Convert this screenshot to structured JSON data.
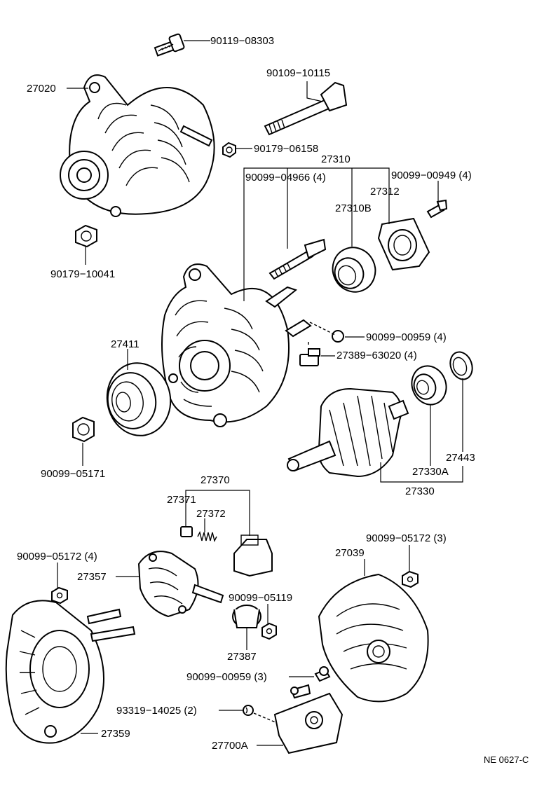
{
  "diagram": {
    "code": "NE 0627-C",
    "parts": [
      {
        "id": "p-90119-08303",
        "label": "90119−08303"
      },
      {
        "id": "p-27020",
        "label": "27020"
      },
      {
        "id": "p-90109-10115",
        "label": "90109−10115"
      },
      {
        "id": "p-90179-06158",
        "label": "90179−06158"
      },
      {
        "id": "p-27310",
        "label": "27310"
      },
      {
        "id": "p-90099-04966",
        "label": "90099−04966 (4)"
      },
      {
        "id": "p-90099-00949",
        "label": "90099−00949 (4)"
      },
      {
        "id": "p-27312",
        "label": "27312"
      },
      {
        "id": "p-27310B",
        "label": "27310B"
      },
      {
        "id": "p-90179-10041",
        "label": "90179−10041"
      },
      {
        "id": "p-90099-00959-4",
        "label": "90099−00959 (4)"
      },
      {
        "id": "p-27389-63020",
        "label": "27389−63020 (4)"
      },
      {
        "id": "p-27411",
        "label": "27411"
      },
      {
        "id": "p-27443",
        "label": "27443"
      },
      {
        "id": "p-27330A",
        "label": "27330A"
      },
      {
        "id": "p-27330",
        "label": "27330"
      },
      {
        "id": "p-90099-05171",
        "label": "90099−05171"
      },
      {
        "id": "p-27370",
        "label": "27370"
      },
      {
        "id": "p-27371",
        "label": "27371"
      },
      {
        "id": "p-27372",
        "label": "27372"
      },
      {
        "id": "p-90099-05172-3",
        "label": "90099−05172 (3)"
      },
      {
        "id": "p-90099-05172-4",
        "label": "90099−05172 (4)"
      },
      {
        "id": "p-27039",
        "label": "27039"
      },
      {
        "id": "p-27357",
        "label": "27357"
      },
      {
        "id": "p-90099-05119",
        "label": "90099−05119"
      },
      {
        "id": "p-27387",
        "label": "27387"
      },
      {
        "id": "p-90099-00959-3",
        "label": "90099−00959 (3)"
      },
      {
        "id": "p-93319-14025",
        "label": "93319−14025 (2)"
      },
      {
        "id": "p-27359",
        "label": "27359"
      },
      {
        "id": "p-27700A",
        "label": "27700A"
      }
    ]
  }
}
